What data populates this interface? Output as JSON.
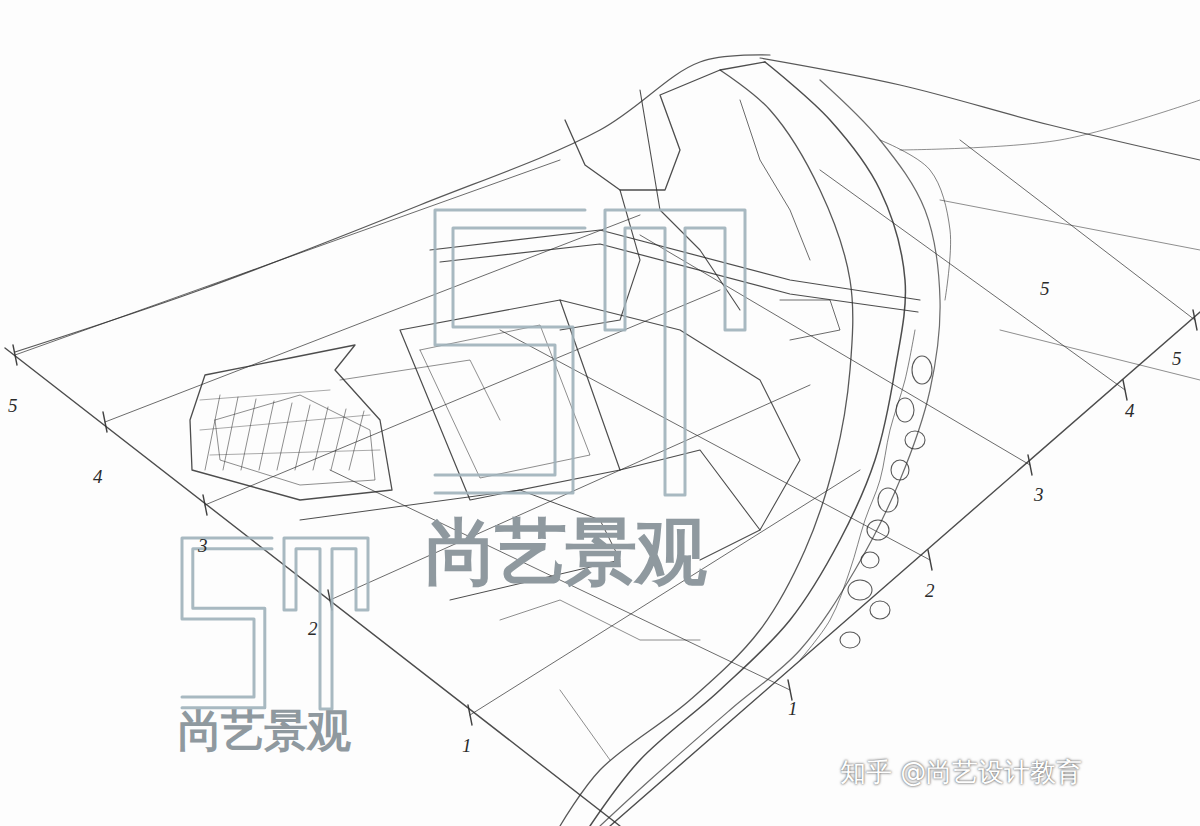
{
  "diagram": {
    "labels": [
      "5",
      "4",
      "3",
      "2",
      "1",
      "1",
      "2",
      "3",
      "4",
      "5",
      "5",
      "尚艺景观",
      "尚艺景观",
      "知乎 @尚艺设计教育"
    ]
  }
}
